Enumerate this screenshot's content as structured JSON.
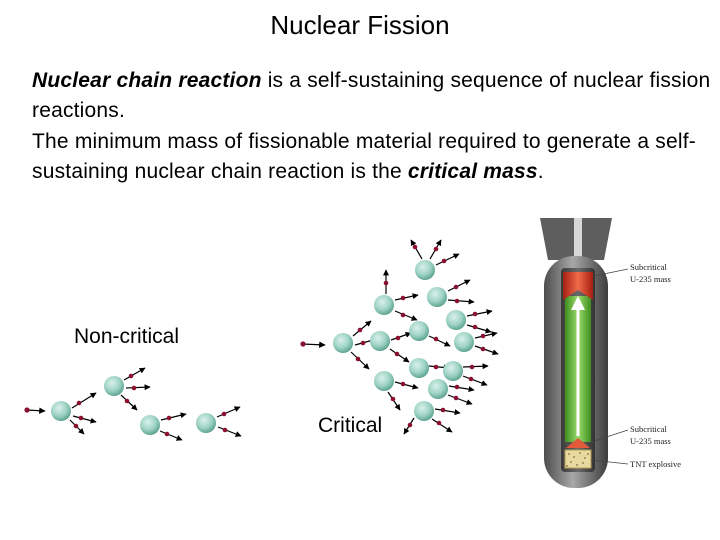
{
  "slide": {
    "title": "Nuclear Fission",
    "p1": {
      "term": "Nuclear chain reaction",
      "rest": " is a self-sustaining sequence of nuclear fission reactions."
    },
    "p2": {
      "lead": "The minimum mass of fissionable material required to generate a self-sustaining nuclear chain reaction is the ",
      "term": "critical mass",
      "tail": "."
    }
  },
  "diagram": {
    "non_critical_label": "Non-critical",
    "critical_label": "Critical"
  },
  "bomb": {
    "top_label_line1": "Subcritical",
    "top_label_line2": "U-235 mass",
    "mid_label_line1": "Subcritical",
    "mid_label_line2": "U-235 mass",
    "bottom_label": "TNT explosive"
  },
  "colors": {
    "nucleus": "#9ed3c4",
    "neutron": "#8b1030",
    "arrow": "#000000",
    "uranium_top": "#d93a2b",
    "guide_green": "#6fbe3c",
    "bomb_shell": "#7a7a7a"
  }
}
